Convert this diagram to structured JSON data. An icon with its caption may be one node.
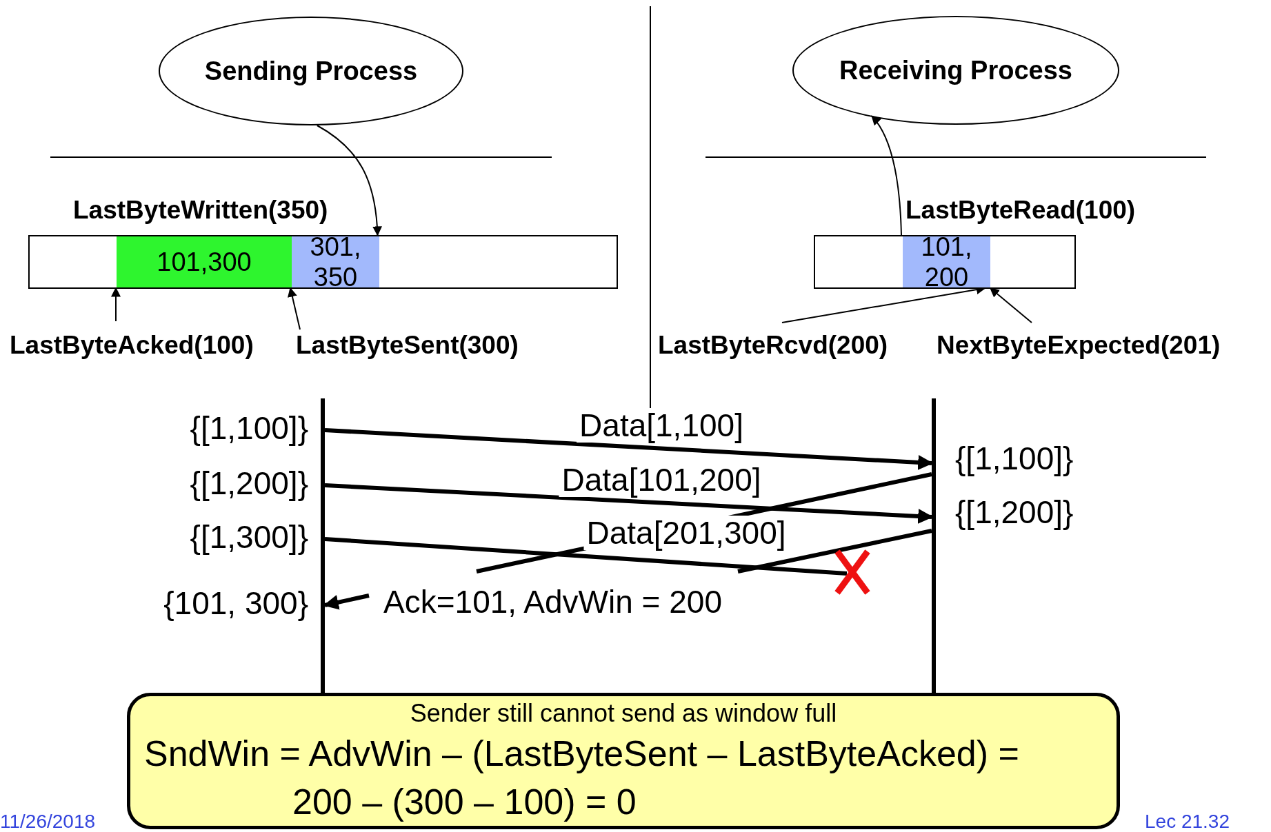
{
  "diagram": {
    "nodes": [
      {
        "text": [
          "Sending Process"
        ]
      },
      {
        "text": [
          "Receiving Process"
        ]
      },
      {
        "text": [],
        "shape": "box"
      },
      {
        "text": [
          "101,300"
        ],
        "in": 2
      },
      {
        "text": [
          "301, 350"
        ],
        "in": 2
      },
      {
        "text": [],
        "shape": "box"
      },
      {
        "text": [
          "101, 200"
        ],
        "in": 5
      },
      {
        "text": [
          "LastByteAcked(100)"
        ]
      },
      {
        "text": [
          "LastByteSent(300)"
        ]
      },
      {
        "text": [
          "LastByteRcvd(200)"
        ]
      },
      {
        "text": [
          "NextByteExpected(201)"
        ]
      },
      {
        "text": [],
        "shape": "bar"
      },
      {
        "text": [],
        "shape": "bar"
      },
      {
        "text": [
          "Sender still cannot send as window full",
          "SndWin = AdvWin – (LastByteSent – LastByteAcked) = 200 – (300 – 100) = 0"
        ]
      }
    ],
    "edges": [
      {
        "from": 0,
        "to": 4,
        "arrow": "to"
      },
      {
        "from": 6,
        "to": 1,
        "arrow": "to"
      },
      {
        "from": 7,
        "to": 3,
        "arrow": "to"
      },
      {
        "from": 8,
        "to": 4,
        "arrow": "to"
      },
      {
        "from": 9,
        "to": 6,
        "arrow": "to"
      },
      {
        "from": 10,
        "to": 6,
        "arrow": "to"
      },
      {
        "from": 11,
        "to": 12,
        "arrow": "to",
        "label": "Data[1,100]",
        "style": "thick"
      },
      {
        "from": 11,
        "to": 12,
        "arrow": "to",
        "label": "Data[101,200]",
        "style": "thick"
      },
      {
        "from": 11,
        "to": null,
        "arrow": "none",
        "label": "Data[201,300]",
        "style": "thick"
      },
      {
        "from": 12,
        "to": null,
        "arrow": "none",
        "style": "thick"
      },
      {
        "from": 12,
        "to": null,
        "arrow": "none",
        "style": "thick"
      },
      {
        "from": null,
        "to": 11,
        "arrow": "to",
        "label": "Ack=101, AdvWin = 200",
        "style": "thick"
      }
    ],
    "labels": [
      "LastByteWritten(350)",
      "LastByteRead(100)",
      "{[1,100]}",
      "{[1,200]}",
      "{[1,300]}",
      "{101, 300}",
      "{[1,100]}",
      "{[1,200]}",
      "11/26/2018",
      "Lec 21.32"
    ]
  }
}
